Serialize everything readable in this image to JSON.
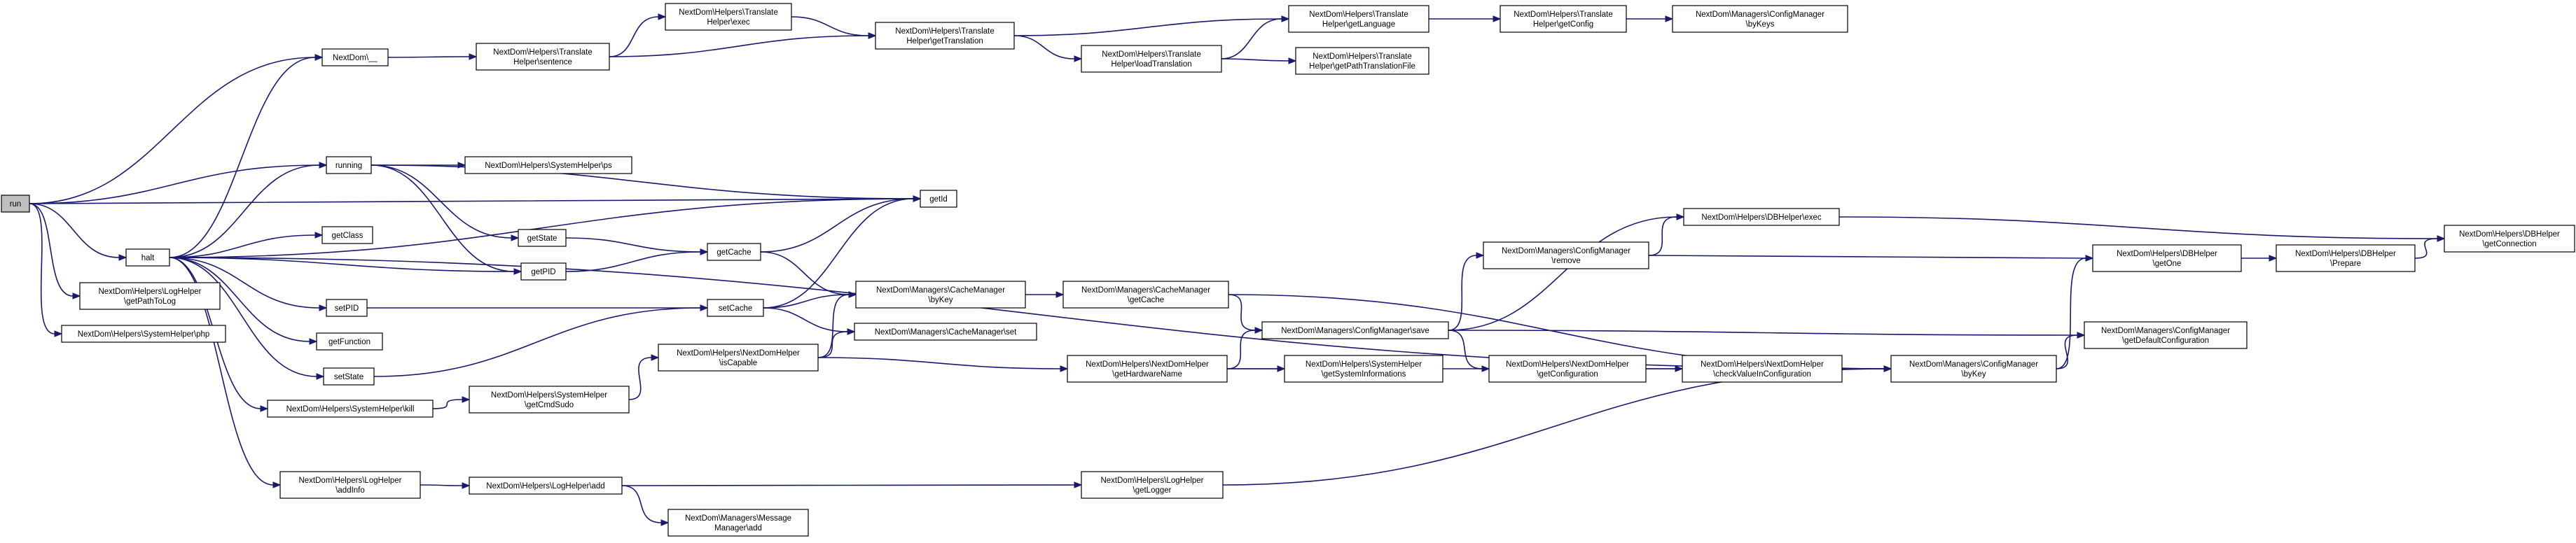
{
  "graph": {
    "nodes": [
      {
        "id": "run",
        "lines": [
          "run"
        ],
        "root": true
      },
      {
        "id": "__",
        "lines": [
          "NextDom\\__"
        ]
      },
      {
        "id": "running",
        "lines": [
          "running"
        ]
      },
      {
        "id": "halt",
        "lines": [
          "halt"
        ]
      },
      {
        "id": "getId",
        "lines": [
          "getId"
        ]
      },
      {
        "id": "loghelper_getPathToLog",
        "lines": [
          "NextDom\\Helpers\\LogHelper",
          "\\getPathToLog"
        ]
      },
      {
        "id": "systemhelper_php",
        "lines": [
          "NextDom\\Helpers\\SystemHelper\\php"
        ]
      },
      {
        "id": "translate_sentence",
        "lines": [
          "NextDom\\Helpers\\Translate",
          "Helper\\sentence"
        ]
      },
      {
        "id": "translate_exec",
        "lines": [
          "NextDom\\Helpers\\Translate",
          "Helper\\exec"
        ]
      },
      {
        "id": "translate_getTranslation",
        "lines": [
          "NextDom\\Helpers\\Translate",
          "Helper\\getTranslation"
        ]
      },
      {
        "id": "translate_getLanguage",
        "lines": [
          "NextDom\\Helpers\\Translate",
          "Helper\\getLanguage"
        ]
      },
      {
        "id": "translate_loadTranslation",
        "lines": [
          "NextDom\\Helpers\\Translate",
          "Helper\\loadTranslation"
        ]
      },
      {
        "id": "translate_getConfig",
        "lines": [
          "NextDom\\Helpers\\Translate",
          "Helper\\getConfig"
        ]
      },
      {
        "id": "configmanager_byKeys",
        "lines": [
          "NextDom\\Managers\\ConfigManager",
          "\\byKeys"
        ]
      },
      {
        "id": "translate_getPathTranslationFile",
        "lines": [
          "NextDom\\Helpers\\Translate",
          "Helper\\getPathTranslationFile"
        ]
      },
      {
        "id": "systemhelper_ps",
        "lines": [
          "NextDom\\Helpers\\SystemHelper\\ps"
        ]
      },
      {
        "id": "getState",
        "lines": [
          "getState"
        ]
      },
      {
        "id": "getPID",
        "lines": [
          "getPID"
        ]
      },
      {
        "id": "getCache",
        "lines": [
          "getCache"
        ]
      },
      {
        "id": "getClass",
        "lines": [
          "getClass"
        ]
      },
      {
        "id": "setPID",
        "lines": [
          "setPID"
        ]
      },
      {
        "id": "setCache",
        "lines": [
          "setCache"
        ]
      },
      {
        "id": "getFunction",
        "lines": [
          "getFunction"
        ]
      },
      {
        "id": "setState",
        "lines": [
          "setState"
        ]
      },
      {
        "id": "systemhelper_kill",
        "lines": [
          "NextDom\\Helpers\\SystemHelper\\kill"
        ]
      },
      {
        "id": "systemhelper_getCmdSudo",
        "lines": [
          "NextDom\\Helpers\\SystemHelper",
          "\\getCmdSudo"
        ]
      },
      {
        "id": "nextdomhelper_isCapable",
        "lines": [
          "NextDom\\Helpers\\NextDomHelper",
          "\\isCapable"
        ]
      },
      {
        "id": "cachemanager_byKey",
        "lines": [
          "NextDom\\Managers\\CacheManager",
          "\\byKey"
        ]
      },
      {
        "id": "cachemanager_set",
        "lines": [
          "NextDom\\Managers\\CacheManager\\set"
        ]
      },
      {
        "id": "cachemanager_getCache",
        "lines": [
          "NextDom\\Managers\\CacheManager",
          "\\getCache"
        ]
      },
      {
        "id": "nextdomhelper_getHardwareName",
        "lines": [
          "NextDom\\Helpers\\NextDomHelper",
          "\\getHardwareName"
        ]
      },
      {
        "id": "configmanager_save",
        "lines": [
          "NextDom\\Managers\\ConfigManager\\save"
        ]
      },
      {
        "id": "systemhelper_getSystemInformations",
        "lines": [
          "NextDom\\Helpers\\SystemHelper",
          "\\getSystemInformations"
        ]
      },
      {
        "id": "configmanager_remove",
        "lines": [
          "NextDom\\Managers\\ConfigManager",
          "\\remove"
        ]
      },
      {
        "id": "dbhelper_exec",
        "lines": [
          "NextDom\\Helpers\\DBHelper\\exec"
        ]
      },
      {
        "id": "nextdomhelper_getConfiguration",
        "lines": [
          "NextDom\\Helpers\\NextDomHelper",
          "\\getConfiguration"
        ]
      },
      {
        "id": "nextdomhelper_checkValueInConfiguration",
        "lines": [
          "NextDom\\Helpers\\NextDomHelper",
          "\\checkValueInConfiguration"
        ]
      },
      {
        "id": "configmanager_byKey",
        "lines": [
          "NextDom\\Managers\\ConfigManager",
          "\\byKey"
        ]
      },
      {
        "id": "dbhelper_getOne",
        "lines": [
          "NextDom\\Helpers\\DBHelper",
          "\\getOne"
        ]
      },
      {
        "id": "dbhelper_prepare",
        "lines": [
          "NextDom\\Helpers\\DBHelper",
          "\\Prepare"
        ]
      },
      {
        "id": "dbhelper_getConnection",
        "lines": [
          "NextDom\\Helpers\\DBHelper",
          "\\getConnection"
        ]
      },
      {
        "id": "configmanager_getDefaultConfiguration",
        "lines": [
          "NextDom\\Managers\\ConfigManager",
          "\\getDefaultConfiguration"
        ]
      },
      {
        "id": "loghelper_addInfo",
        "lines": [
          "NextDom\\Helpers\\LogHelper",
          "\\addInfo"
        ]
      },
      {
        "id": "loghelper_add",
        "lines": [
          "NextDom\\Helpers\\LogHelper\\add"
        ]
      },
      {
        "id": "loghelper_getLogger",
        "lines": [
          "NextDom\\Helpers\\LogHelper",
          "\\getLogger"
        ]
      },
      {
        "id": "messagemanager_add",
        "lines": [
          "NextDom\\Managers\\Message",
          "Manager\\add"
        ]
      }
    ],
    "edges": [
      [
        "run",
        "__"
      ],
      [
        "run",
        "running"
      ],
      [
        "run",
        "halt"
      ],
      [
        "run",
        "getId"
      ],
      [
        "run",
        "loghelper_getPathToLog"
      ],
      [
        "run",
        "systemhelper_php"
      ],
      [
        "__",
        "translate_sentence"
      ],
      [
        "translate_sentence",
        "translate_exec"
      ],
      [
        "translate_sentence",
        "translate_getTranslation"
      ],
      [
        "translate_exec",
        "translate_getTranslation"
      ],
      [
        "translate_getTranslation",
        "translate_getLanguage"
      ],
      [
        "translate_getTranslation",
        "translate_loadTranslation"
      ],
      [
        "translate_loadTranslation",
        "translate_getLanguage"
      ],
      [
        "translate_loadTranslation",
        "translate_getPathTranslationFile"
      ],
      [
        "translate_getLanguage",
        "translate_getConfig"
      ],
      [
        "translate_getConfig",
        "configmanager_byKeys"
      ],
      [
        "running",
        "systemhelper_ps"
      ],
      [
        "running",
        "getId"
      ],
      [
        "running",
        "getState"
      ],
      [
        "running",
        "getPID"
      ],
      [
        "halt",
        "__"
      ],
      [
        "halt",
        "running"
      ],
      [
        "halt",
        "getId"
      ],
      [
        "halt",
        "getClass"
      ],
      [
        "halt",
        "getPID"
      ],
      [
        "halt",
        "setPID"
      ],
      [
        "halt",
        "getFunction"
      ],
      [
        "halt",
        "setState"
      ],
      [
        "halt",
        "systemhelper_kill"
      ],
      [
        "halt",
        "loghelper_addInfo"
      ],
      [
        "halt",
        "configmanager_byKey"
      ],
      [
        "getState",
        "getCache"
      ],
      [
        "getPID",
        "getCache"
      ],
      [
        "getCache",
        "getId"
      ],
      [
        "getCache",
        "cachemanager_byKey"
      ],
      [
        "setPID",
        "setCache"
      ],
      [
        "setState",
        "setCache"
      ],
      [
        "setCache",
        "getId"
      ],
      [
        "setCache",
        "cachemanager_byKey"
      ],
      [
        "setCache",
        "cachemanager_set"
      ],
      [
        "systemhelper_kill",
        "systemhelper_getCmdSudo"
      ],
      [
        "systemhelper_getCmdSudo",
        "nextdomhelper_isCapable"
      ],
      [
        "nextdomhelper_isCapable",
        "cachemanager_byKey"
      ],
      [
        "nextdomhelper_isCapable",
        "cachemanager_set"
      ],
      [
        "nextdomhelper_isCapable",
        "nextdomhelper_getHardwareName"
      ],
      [
        "cachemanager_byKey",
        "cachemanager_getCache"
      ],
      [
        "cachemanager_getCache",
        "configmanager_save"
      ],
      [
        "cachemanager_getCache",
        "configmanager_byKey"
      ],
      [
        "nextdomhelper_getHardwareName",
        "configmanager_save"
      ],
      [
        "nextdomhelper_getHardwareName",
        "systemhelper_getSystemInformations"
      ],
      [
        "nextdomhelper_getHardwareName",
        "configmanager_byKey"
      ],
      [
        "configmanager_save",
        "configmanager_remove"
      ],
      [
        "configmanager_save",
        "dbhelper_exec"
      ],
      [
        "configmanager_save",
        "nextdomhelper_getConfiguration"
      ],
      [
        "configmanager_save",
        "configmanager_getDefaultConfiguration"
      ],
      [
        "configmanager_remove",
        "dbhelper_exec"
      ],
      [
        "configmanager_remove",
        "dbhelper_getOne"
      ],
      [
        "dbhelper_exec",
        "dbhelper_getConnection"
      ],
      [
        "nextdomhelper_getConfiguration",
        "nextdomhelper_checkValueInConfiguration"
      ],
      [
        "nextdomhelper_checkValueInConfiguration",
        "configmanager_byKey"
      ],
      [
        "configmanager_byKey",
        "dbhelper_getOne"
      ],
      [
        "configmanager_byKey",
        "configmanager_getDefaultConfiguration"
      ],
      [
        "dbhelper_getOne",
        "dbhelper_prepare"
      ],
      [
        "dbhelper_prepare",
        "dbhelper_getConnection"
      ],
      [
        "loghelper_addInfo",
        "loghelper_add"
      ],
      [
        "loghelper_add",
        "loghelper_getLogger"
      ],
      [
        "loghelper_add",
        "messagemanager_add"
      ],
      [
        "loghelper_getLogger",
        "configmanager_byKey"
      ]
    ]
  }
}
